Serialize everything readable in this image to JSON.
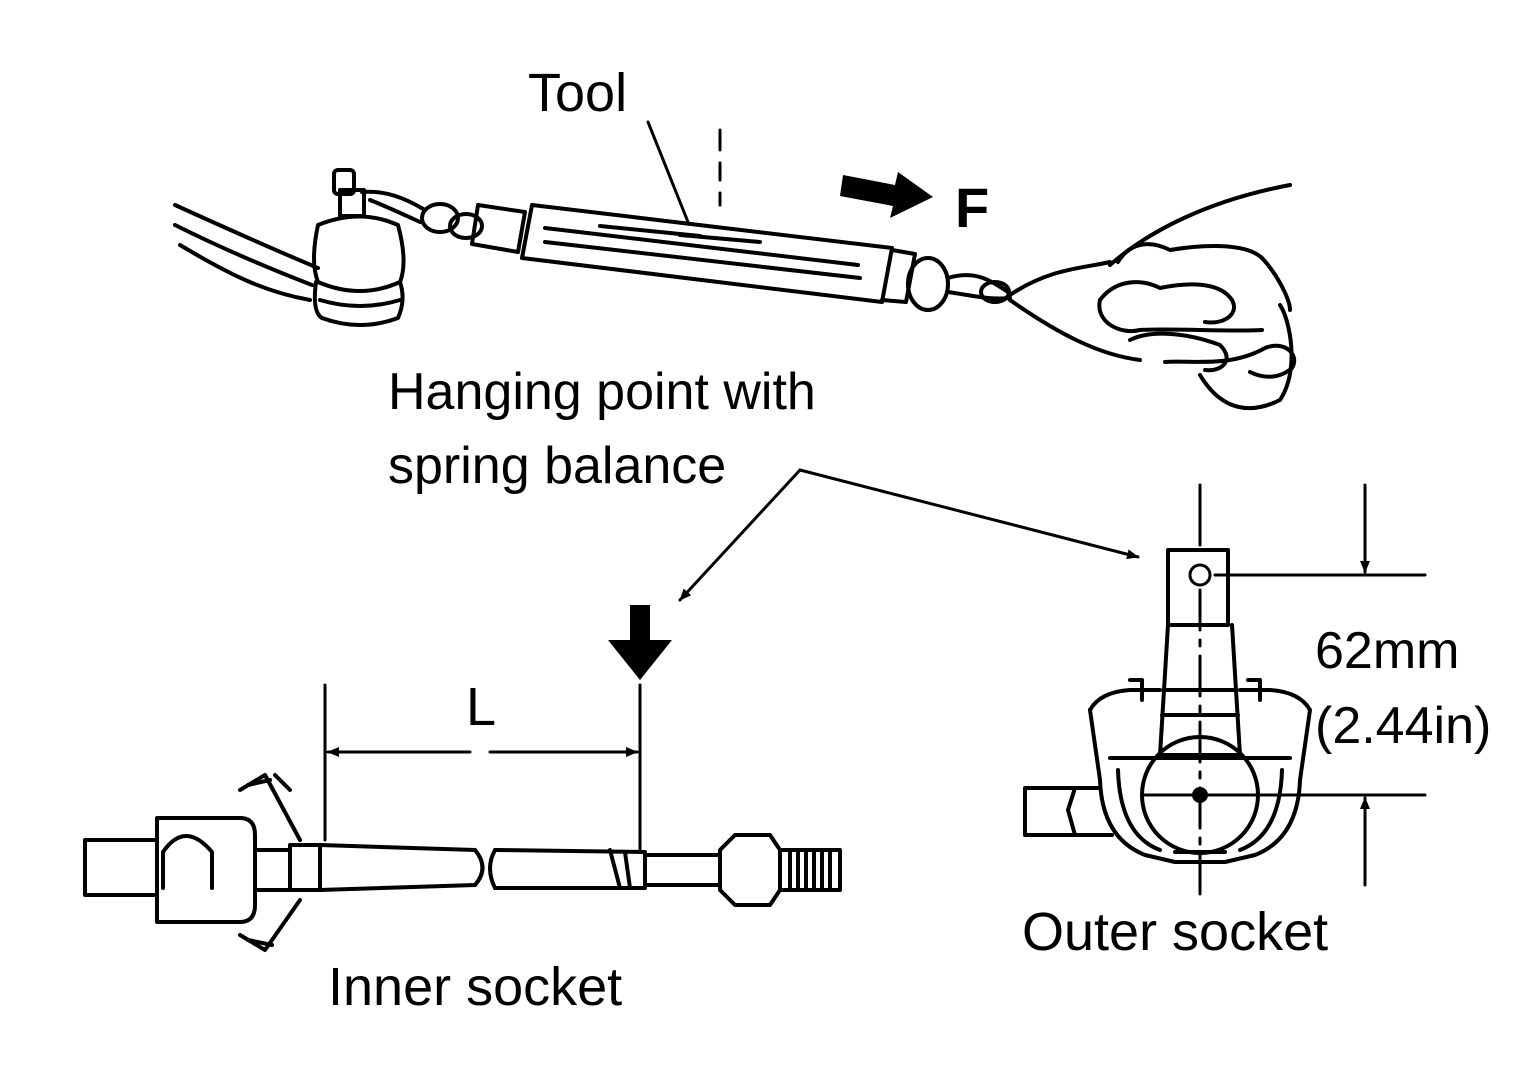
{
  "labels": {
    "tool": "Tool",
    "force": "F",
    "hanging_line1": "Hanging point with",
    "hanging_line2": "spring balance",
    "length": "L",
    "dim_mm": "62mm",
    "dim_in": "(2.44in)",
    "inner_socket": "Inner socket",
    "outer_socket": "Outer socket"
  }
}
